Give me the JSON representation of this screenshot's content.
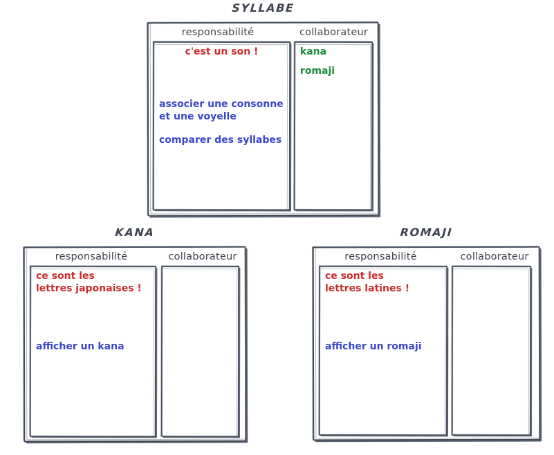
{
  "diagram": {
    "type": "crc-cards",
    "column_headers": {
      "responsibility": "responsabilité",
      "collaborator": "collaborateur"
    },
    "colors": {
      "description": "#cc2b2b",
      "responsibility": "#3a46c8",
      "collaborator": "#1d8a3c",
      "ink": "#3d4450"
    }
  },
  "cards": {
    "syllabe": {
      "title": "SYLLABE",
      "header_responsibility": "responsabilité",
      "header_collaborator": "collaborateur",
      "description": "c'est un son !",
      "responsibilities": [
        "associer une consonne\net une voyelle",
        "comparer des syllabes"
      ],
      "collaborators": [
        "kana",
        "romaji"
      ]
    },
    "kana": {
      "title": "KANA",
      "header_responsibility": "responsabilité",
      "header_collaborator": "collaborateur",
      "description": "ce sont les\nlettres japonaises !",
      "responsibilities": [
        "afficher un kana"
      ],
      "collaborators": []
    },
    "romaji": {
      "title": "ROMAJI",
      "header_responsibility": "responsabilité",
      "header_collaborator": "collaborateur",
      "description": "ce sont les\nlettres latines !",
      "responsibilities": [
        "afficher un romaji"
      ],
      "collaborators": []
    }
  }
}
